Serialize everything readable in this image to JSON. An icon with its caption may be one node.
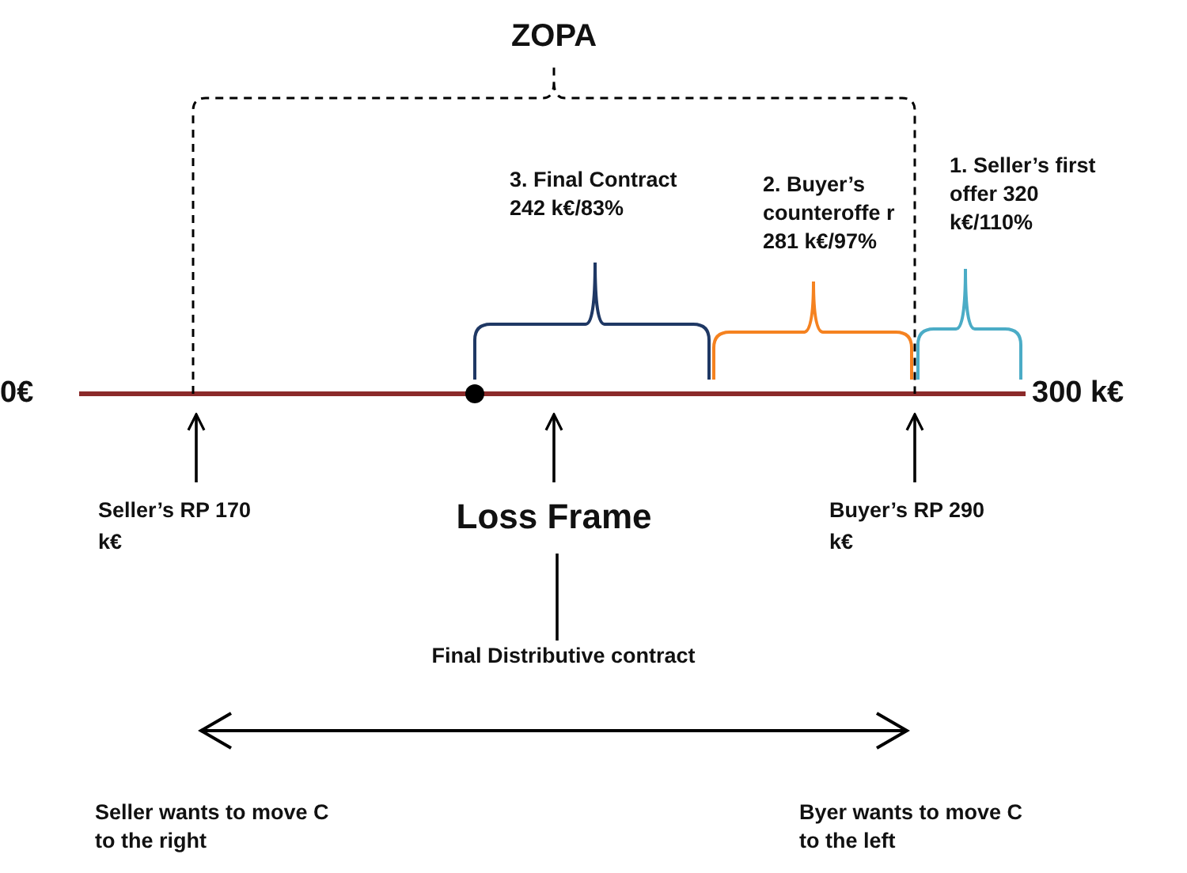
{
  "diagram": {
    "nodes": [
      {
        "text": [
          "Seller’s RP 170 k€"
        ]
      },
      {
        "text": [
          "Loss Frame"
        ]
      },
      {
        "text": [
          "Buyer’s RP 290 k€"
        ]
      },
      {
        "text": [
          "Final Distributive contract"
        ]
      }
    ],
    "edges": [
      {
        "from": 0,
        "to": null,
        "arrow": "to"
      },
      {
        "from": 1,
        "to": null,
        "arrow": "to"
      },
      {
        "from": 2,
        "to": null,
        "arrow": "to"
      },
      {
        "from": 1,
        "to": 3,
        "arrow": "none"
      }
    ],
    "labels": [
      "ZOPA",
      "3. Final Contract 242 k€/83%",
      "2. Buyer’s counteroffe r 281 k€/97%",
      "1. Seller’s first offer 320 k€/110%",
      "0€",
      "300 k€",
      "Seller wants to move C to the right",
      "Byer wants to move C to the left"
    ]
  }
}
